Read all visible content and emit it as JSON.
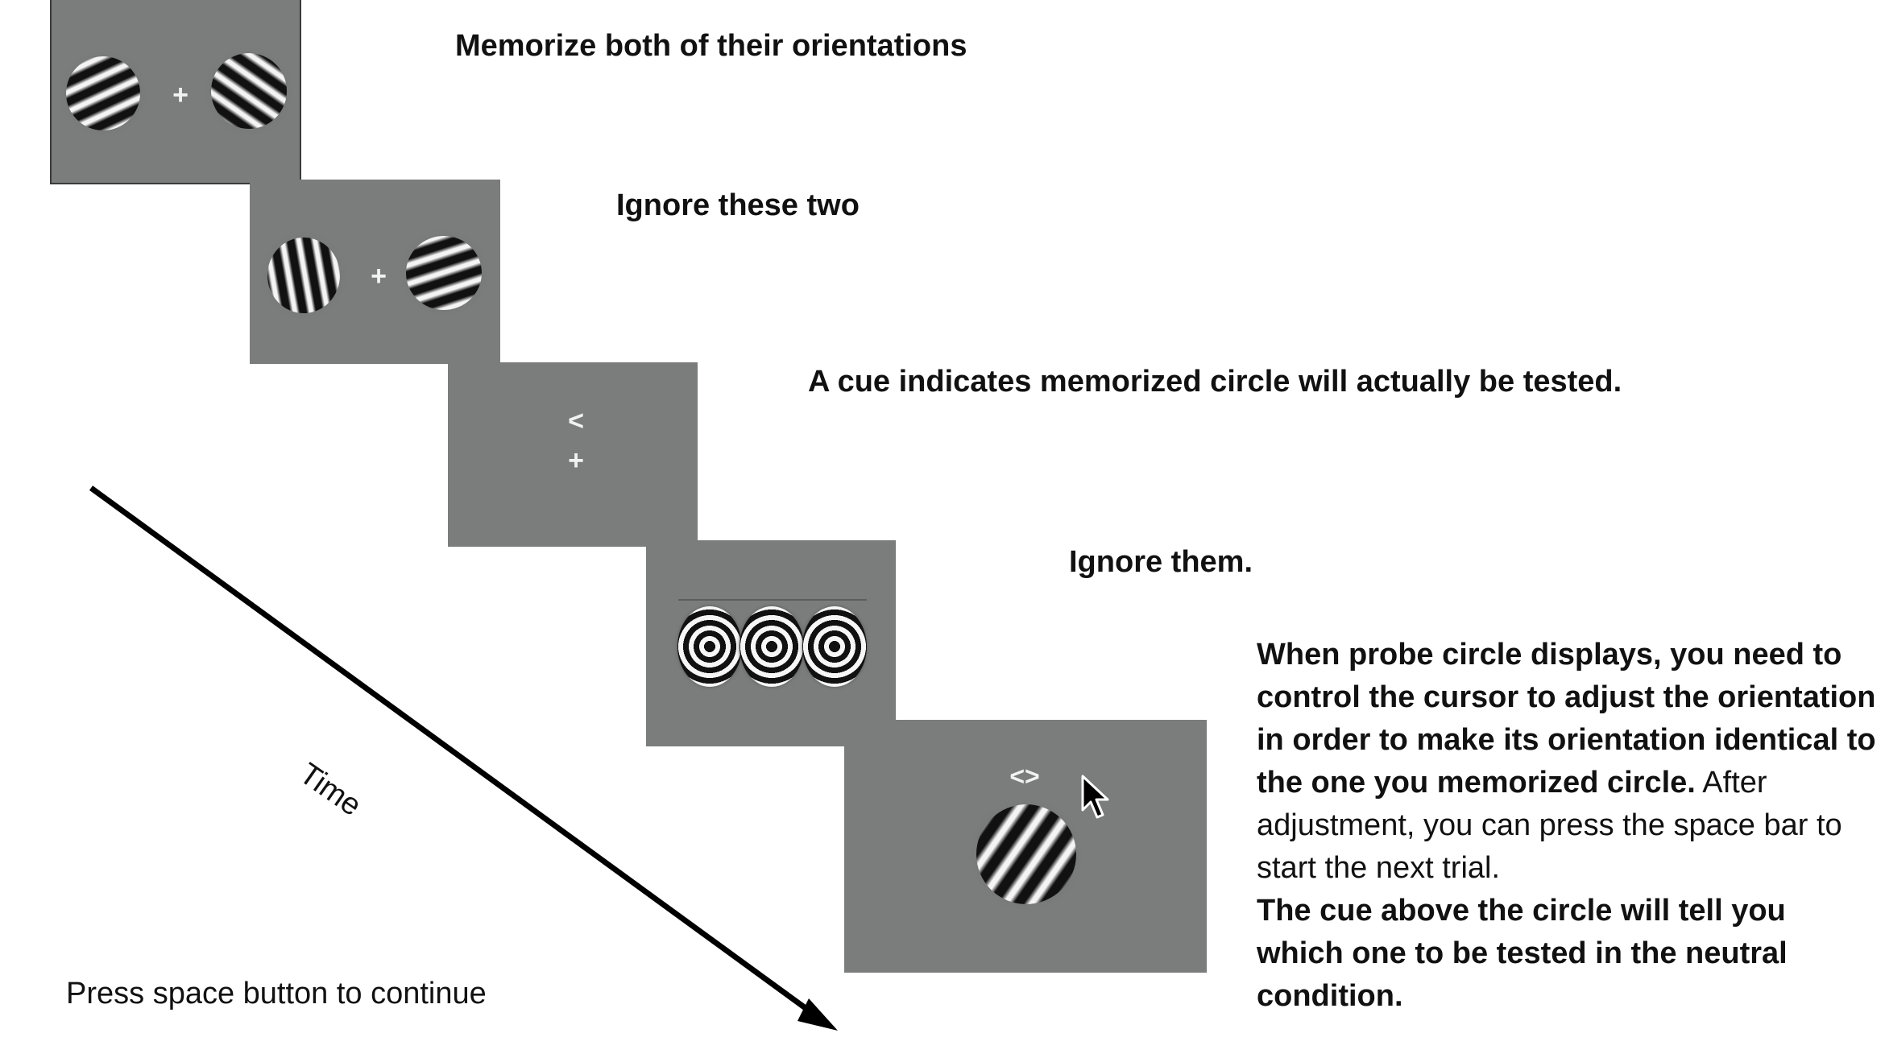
{
  "frames": {
    "encoding": {
      "fixation": "+",
      "instruction": "Memorize both of their orientations"
    },
    "distractor": {
      "fixation": "+",
      "instruction": "Ignore these two"
    },
    "cue": {
      "cue_symbol": "<",
      "fixation": "+",
      "instruction": "A cue indicates memorized circle will actually be tested."
    },
    "mask": {
      "instruction": "Ignore them."
    },
    "probe": {
      "cue_symbol": "<>",
      "instruction_bold_1": "When probe circle displays, you need to control the cursor to adjust the orientation in order to make its orientation identical to the one you memorized circle.",
      "instruction_regular": " After adjustment, you can press the space bar to start the next trial.",
      "instruction_bold_2": "The cue above the circle will tell you which one to be tested in the neutral condition."
    }
  },
  "time_axis": {
    "label": "Time"
  },
  "footer": {
    "continue_text": "Press space button to continue"
  },
  "colors": {
    "screen_gray": "#7a7d7c",
    "text": "#111111",
    "arrow": "#000000"
  },
  "icons": {
    "cursor": "mouse-pointer-icon"
  }
}
